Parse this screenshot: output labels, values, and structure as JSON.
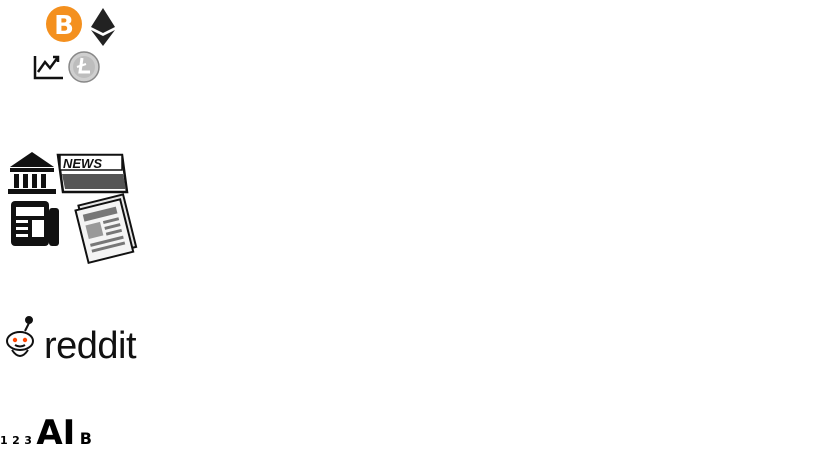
{
  "sources": {
    "crypto": {
      "icons": [
        "bitcoin-icon",
        "ethereum-icon",
        "price-chart-icon",
        "litecoin-icon"
      ]
    },
    "news": {
      "banner_text": "NEWS",
      "icons": [
        "bank-icon",
        "news-banner-icon",
        "newspaper-icon",
        "newspaper-stack-icon"
      ]
    },
    "social": {
      "reddit_label": "reddit",
      "icons": [
        "reddit-alien-icon",
        "anonymous-icon",
        "onion-icon"
      ]
    }
  },
  "steps": [
    {
      "label": "1"
    },
    {
      "label": "2"
    },
    {
      "label": "3"
    }
  ],
  "processor": {
    "label": "AI"
  },
  "output": {
    "symbol": "B",
    "icon": "clock-icon"
  },
  "colors": {
    "bitcoin": "#f4901e",
    "badge": "#d9d9d9",
    "stroke": "#111111"
  }
}
